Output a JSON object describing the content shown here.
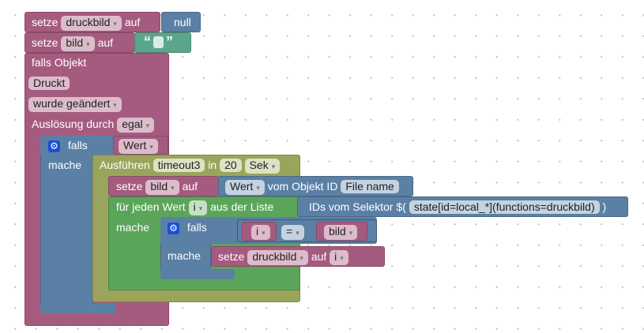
{
  "b1": {
    "setze": "setze",
    "var": "druckbild",
    "auf": "auf",
    "value": "null"
  },
  "b2": {
    "setze": "setze",
    "var": "bild",
    "auf": "auf",
    "quote_open": "“",
    "quote_close": "”"
  },
  "trigger": {
    "title": "falls Objekt",
    "object": "Druckt",
    "event": "wurde geändert",
    "trigger_label": "Auslösung durch",
    "trigger_value": "egal"
  },
  "if1": {
    "label": "falls",
    "cond": "Wert",
    "do": "mache"
  },
  "timeout": {
    "label": "Ausführen",
    "name": "timeout3",
    "in": "in",
    "value": "20",
    "unit": "Sek"
  },
  "setbild": {
    "setze": "setze",
    "var": "bild",
    "auf": "auf",
    "attr": "Wert",
    "of": "vom Objekt ID",
    "object": "File name"
  },
  "foreach": {
    "label": "für jeden Wert",
    "var": "i",
    "from": "aus der Liste",
    "do": "mache",
    "selector_label": "IDs vom Selektor $(",
    "selector": "state[id=local_*](functions=druckbild)",
    "close": ")"
  },
  "if2": {
    "label": "falls",
    "left": "i",
    "op": "=",
    "right": "bild",
    "do": "mache"
  },
  "setdruck": {
    "setze": "setze",
    "var": "druckbild",
    "auf": "auf",
    "value": "i"
  },
  "arrow": "▾",
  "gear": "⚙"
}
